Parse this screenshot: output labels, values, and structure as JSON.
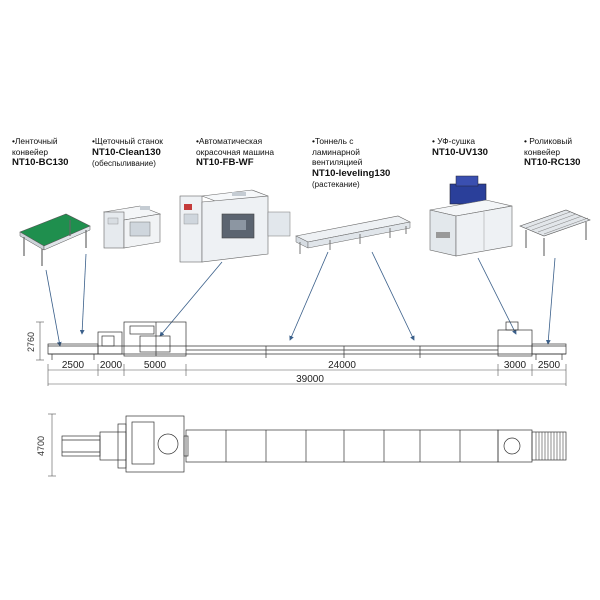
{
  "machines": [
    {
      "lines": [
        "•Ленточный",
        "конвейер"
      ],
      "model": "NT10-BC130",
      "note": ""
    },
    {
      "lines": [
        "•Щеточный станок"
      ],
      "model": "NT10-Clean130",
      "note": "(обеспыливание)"
    },
    {
      "lines": [
        "•Автоматическая",
        "окрасочная машина"
      ],
      "model": "NT10-FB-WF",
      "note": ""
    },
    {
      "lines": [
        "•Тоннель с",
        "ламинарной",
        "вентиляцией"
      ],
      "model": "NT10-leveling130",
      "note": "(растекание)"
    },
    {
      "lines": [
        "• УФ-сушка"
      ],
      "model": "NT10-UV130",
      "note": ""
    },
    {
      "lines": [
        "• Роликовый",
        "конвейер"
      ],
      "model": "NT10-RC130",
      "note": ""
    }
  ],
  "dimensions": {
    "height_side": "2760",
    "seg_1": "2500",
    "seg_2": "2000",
    "seg_3": "5000",
    "seg_4": "24000",
    "seg_5": "3000",
    "seg_6": "2500",
    "total": "39000",
    "width_top": "4700"
  },
  "colors": {
    "line": "#333333",
    "dim": "#555555",
    "arrow": "#3a5f8a",
    "belt_green": "#1f8f4e",
    "machine_white": "#eef1f4",
    "uv_blue": "#2a3f9a"
  }
}
